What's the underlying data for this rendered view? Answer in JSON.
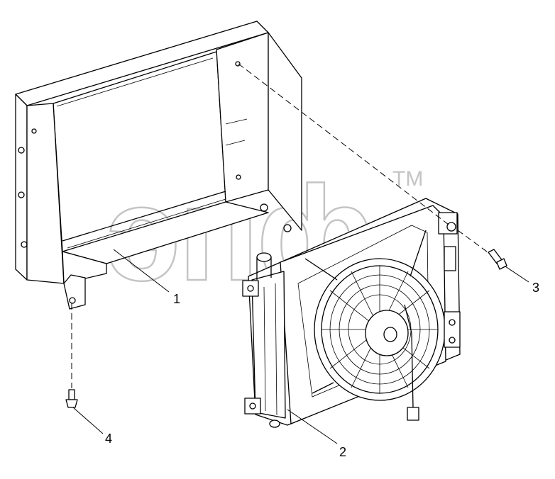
{
  "watermark": {
    "text": "эпф",
    "tm": "TM"
  },
  "callouts": [
    {
      "id": "1",
      "label": "1"
    },
    {
      "id": "2",
      "label": "2"
    },
    {
      "id": "3",
      "label": "3"
    },
    {
      "id": "4",
      "label": "4"
    }
  ]
}
